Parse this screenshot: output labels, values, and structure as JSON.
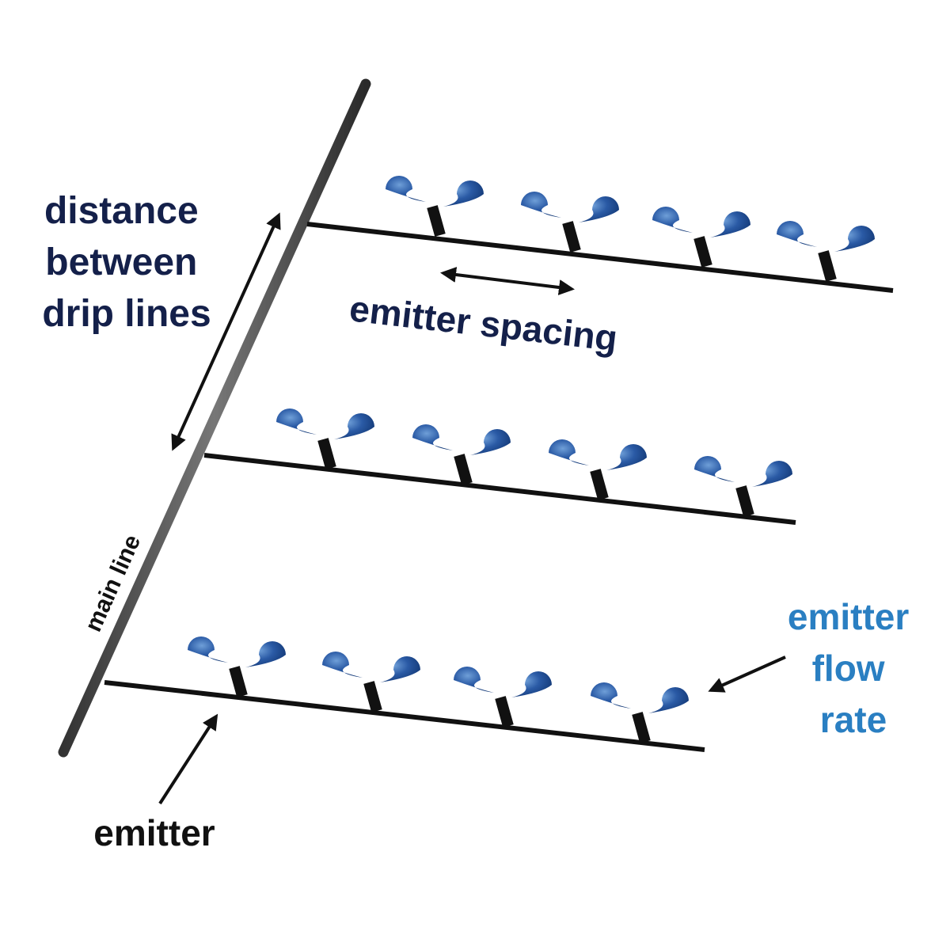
{
  "labels": {
    "distance_line1": "distance",
    "distance_line2": "between",
    "distance_line3": "drip lines",
    "emitter_spacing": "emitter spacing",
    "main_line": "main line",
    "flow_line1": "emitter",
    "flow_line2": "flow",
    "flow_line3": "rate",
    "emitter": "emitter"
  },
  "colors": {
    "pipe": "#111111",
    "water_drop": "#1f4d94",
    "dark_label": "#14204a",
    "flow_label": "#2a7fc2",
    "black_label": "#111111"
  },
  "drip_lines": [
    {
      "emitter_count": 4
    },
    {
      "emitter_count": 4
    },
    {
      "emitter_count": 4
    }
  ]
}
